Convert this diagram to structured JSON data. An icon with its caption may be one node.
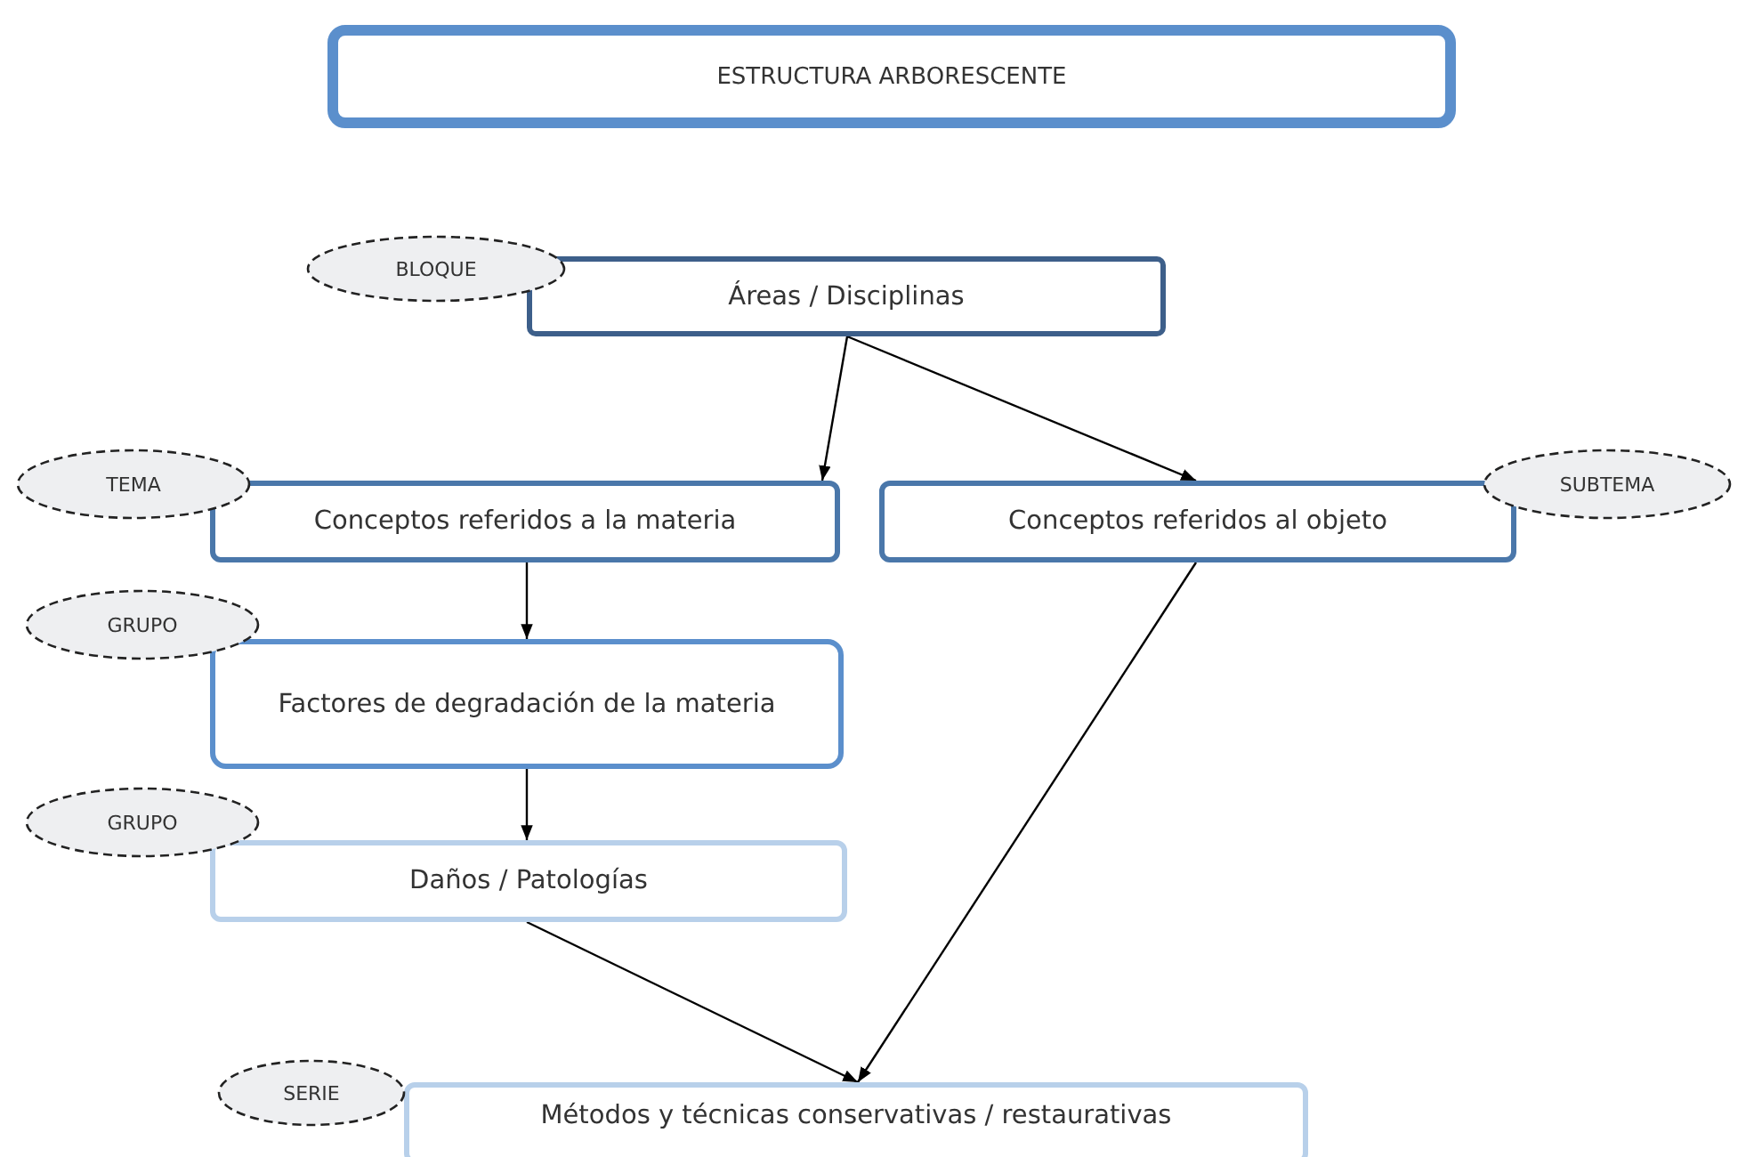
{
  "diagram": {
    "nodes": [
      {
        "text": [
          "ESTRUCTURA ARBORESCENTE"
        ]
      },
      {
        "text": [
          "BLOQUE"
        ]
      },
      {
        "text": [
          "Áreas / Disciplinas"
        ]
      },
      {
        "text": [
          "TEMA"
        ]
      },
      {
        "text": [
          "Conceptos referidos a la materia"
        ]
      },
      {
        "text": [
          "Conceptos referidos al objeto"
        ]
      },
      {
        "text": [
          "SUBTEMA"
        ]
      },
      {
        "text": [
          "GRUPO"
        ]
      },
      {
        "text": [
          "Factores de degradación de la materia"
        ]
      },
      {
        "text": [
          "GRUPO"
        ]
      },
      {
        "text": [
          "Daños / Patologías"
        ]
      },
      {
        "text": [
          "SERIE"
        ]
      },
      {
        "text": [
          "Métodos y técnicas conservativas / restaurativas"
        ]
      }
    ],
    "edges": [
      {
        "from": 2,
        "to": 4,
        "arrow": "to"
      },
      {
        "from": 2,
        "to": 5,
        "arrow": "to"
      },
      {
        "from": 4,
        "to": 8,
        "arrow": "to"
      },
      {
        "from": 8,
        "to": 10,
        "arrow": "to"
      },
      {
        "from": 10,
        "to": 12,
        "arrow": "to"
      },
      {
        "from": 5,
        "to": 12,
        "arrow": "to"
      }
    ]
  }
}
